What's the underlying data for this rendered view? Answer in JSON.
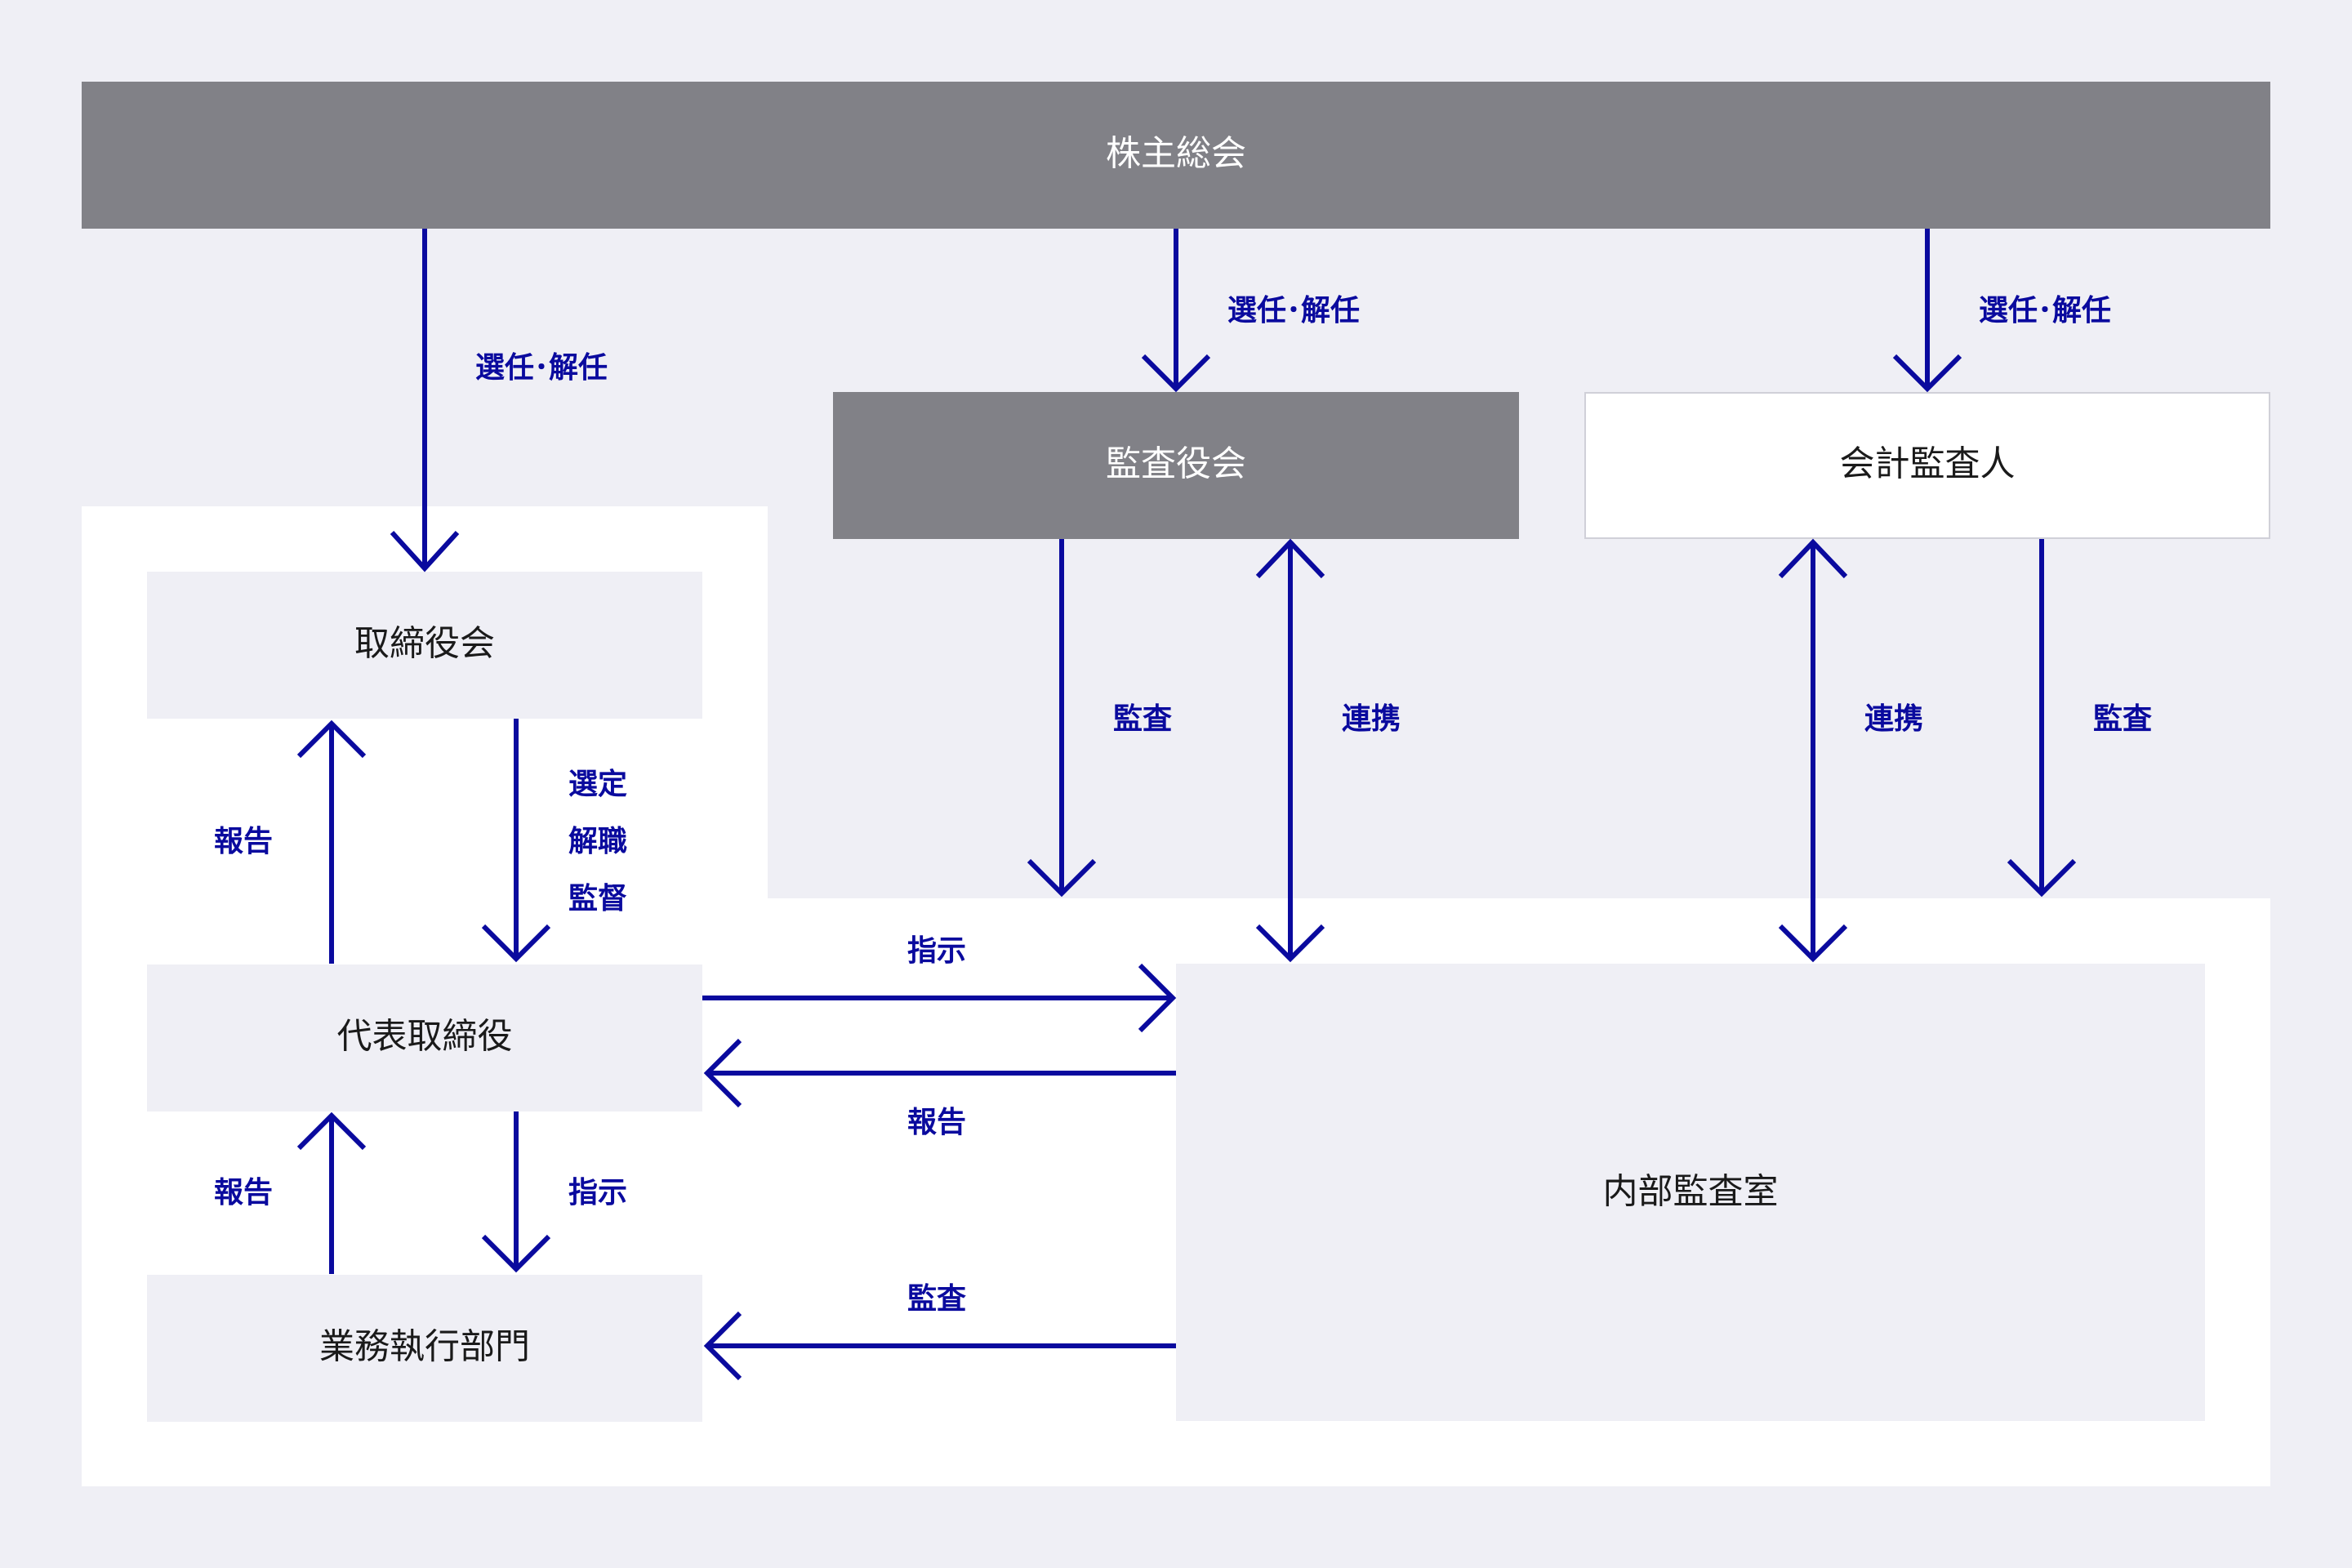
{
  "colors": {
    "background": "#efeff5",
    "container": "#ffffff",
    "dark_box": "#818187",
    "light_box": "#efeff5",
    "dark_box_text": "#ffffff",
    "light_box_text": "#1a1a1a",
    "arrow": "#0a0a9e"
  },
  "boxes": {
    "shareholders_meeting": "株主総会",
    "audit_board": "監査役会",
    "accounting_auditor": "会計監査人",
    "board_of_directors": "取締役会",
    "representative_director": "代表取締役",
    "business_execution": "業務執行部門",
    "internal_audit": "内部監査室"
  },
  "labels": {
    "appoint_dismiss_board": "選任･解任",
    "appoint_dismiss_audit_board": "選任･解任",
    "appoint_dismiss_accounting": "選任･解任",
    "audit_board_audit": "監査",
    "audit_board_cooperation": "連携",
    "accounting_cooperation": "連携",
    "accounting_audit": "監査",
    "board_report": "報告",
    "board_select": "選定",
    "board_dismiss": "解職",
    "board_supervise": "監督",
    "rep_instruct_internal": "指示",
    "internal_report_rep": "報告",
    "exec_report": "報告",
    "rep_instruct_exec": "指示",
    "internal_audit_exec": "監査"
  }
}
